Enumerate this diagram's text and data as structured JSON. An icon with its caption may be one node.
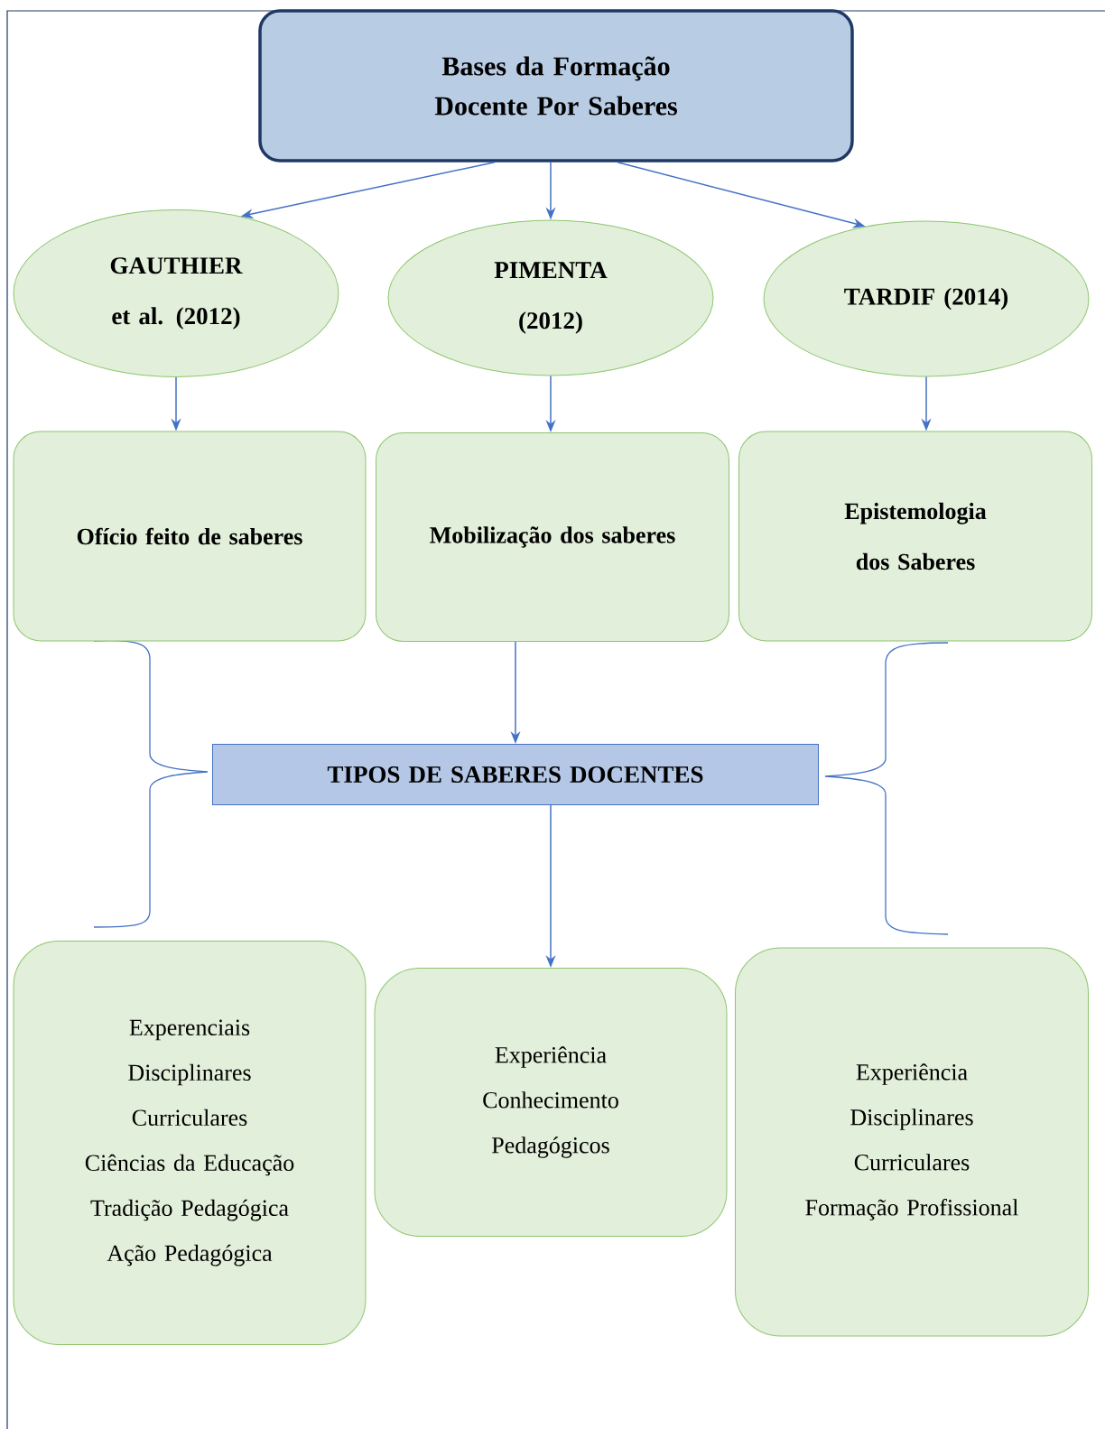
{
  "diagram": {
    "nodes": [
      {
        "text": [
          "Bases da Formação Docente Por Saberes"
        ]
      },
      {
        "text": [
          "GAUTHIER et al. (2012)"
        ]
      },
      {
        "text": [
          "PIMENTA (2012)"
        ]
      },
      {
        "text": [
          "TARDIF (2014)"
        ]
      },
      {
        "text": [
          "Ofício feito de saberes"
        ]
      },
      {
        "text": [
          "Mobilização dos saberes"
        ]
      },
      {
        "text": [
          "Epistemologia dos Saberes"
        ]
      },
      {
        "text": [
          "TIPOS DE SABERES DOCENTES"
        ]
      },
      {
        "text": [
          "Experenciais",
          "Disciplinares",
          "Curriculares",
          "Ciências da Educação",
          "Tradição Pedagógica",
          "Ação Pedagógica"
        ]
      },
      {
        "text": [
          "Experiência",
          "Conhecimento",
          "Pedagógicos"
        ]
      },
      {
        "text": [
          "Experiência",
          "Disciplinares",
          "Curriculares",
          "Formação Profissional"
        ]
      }
    ],
    "edges": [
      {
        "from": 0,
        "to": 1,
        "arrow": "to"
      },
      {
        "from": 0,
        "to": 2,
        "arrow": "to"
      },
      {
        "from": 0,
        "to": 3,
        "arrow": "to"
      },
      {
        "from": 1,
        "to": 4,
        "arrow": "to"
      },
      {
        "from": 2,
        "to": 5,
        "arrow": "to"
      },
      {
        "from": 3,
        "to": 6,
        "arrow": "to"
      },
      {
        "from": 5,
        "to": 7,
        "arrow": "to"
      },
      {
        "from": 7,
        "to": 9,
        "arrow": "to"
      }
    ]
  }
}
